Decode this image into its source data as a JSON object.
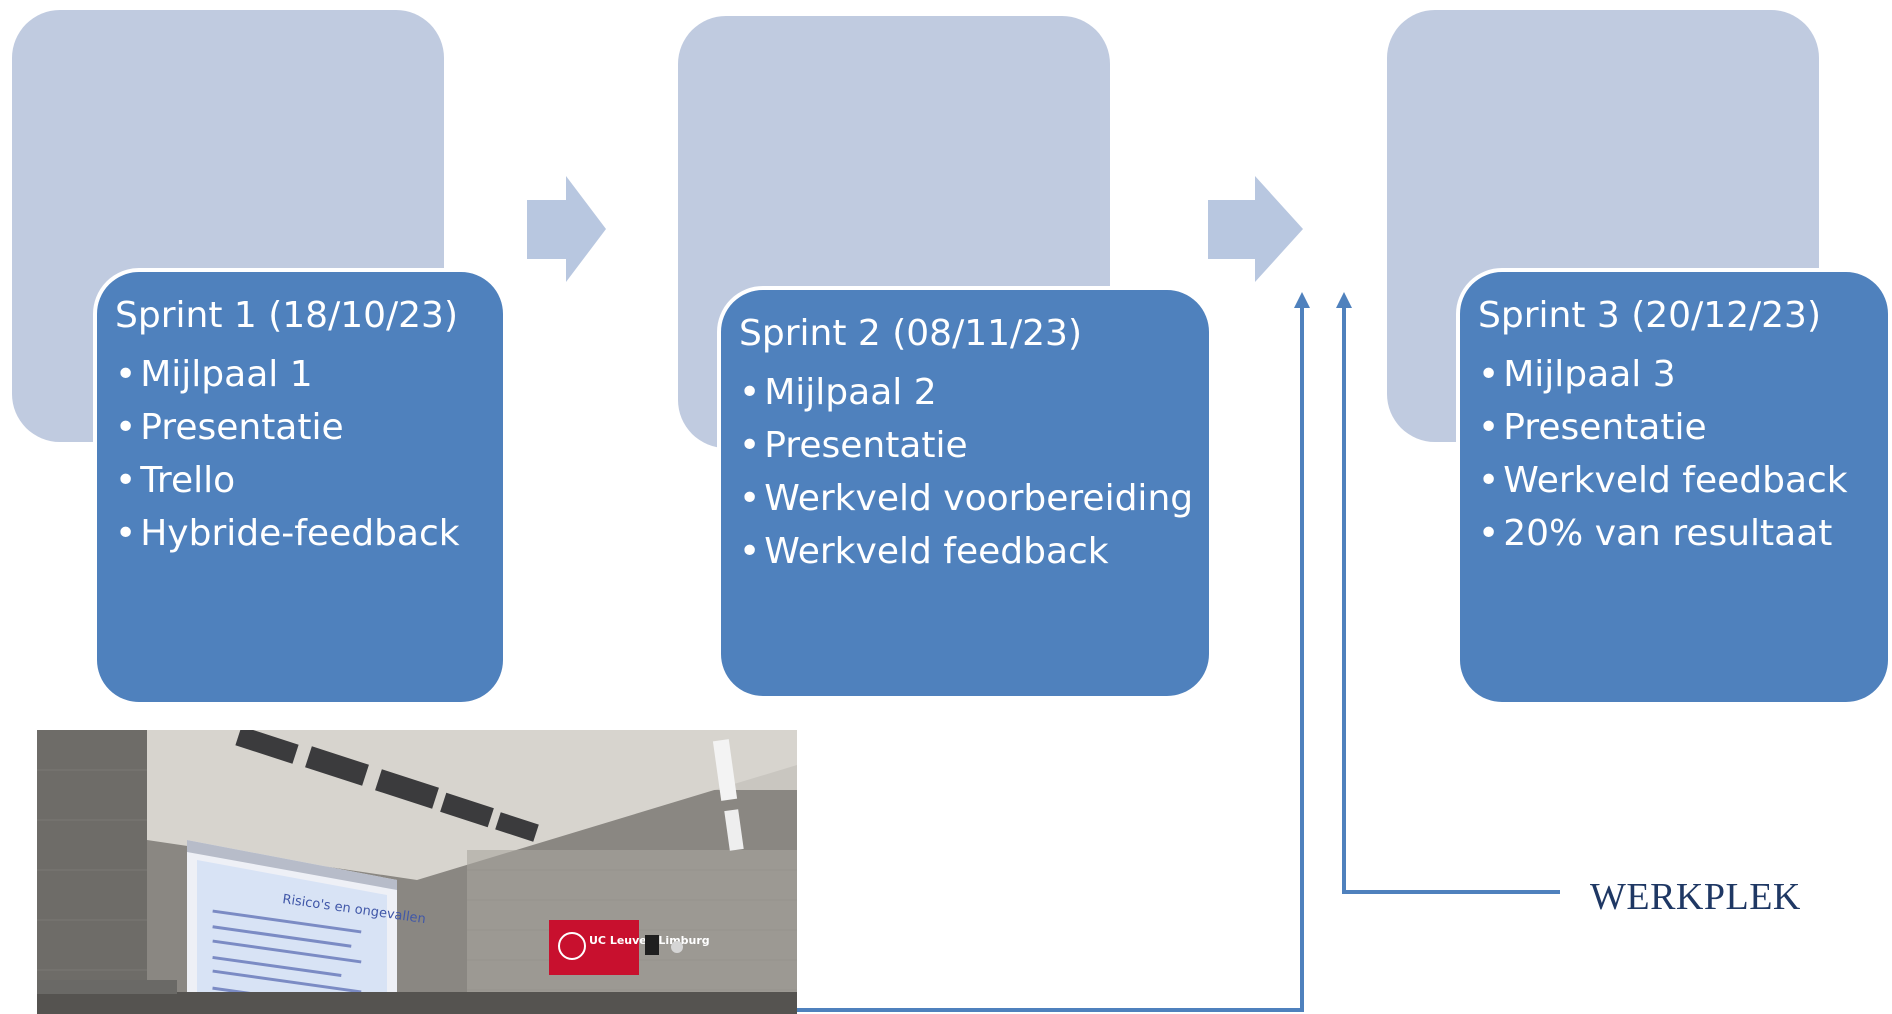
{
  "sprints": [
    {
      "title": "Sprint 1 (18/10/23)",
      "items": [
        "Mijlpaal 1",
        "Presentatie",
        "Trello",
        "Hybride-feedback"
      ]
    },
    {
      "title": "Sprint 2 (08/11/23)",
      "items": [
        "Mijlpaal 2",
        "Presentatie",
        "Werkveld voorbereiding",
        "Werkveld feedback"
      ]
    },
    {
      "title": "Sprint 3 (20/12/23)",
      "items": [
        "Mijlpaal 3",
        "Presentatie",
        "Werkveld feedback",
        "20% van resultaat"
      ]
    }
  ],
  "annotation": {
    "label": "WERKPLEK"
  },
  "photo": {
    "slide_title": "Risico's en ongevallen",
    "banner_text": "UC Leuven Limburg"
  },
  "colors": {
    "back_box": "#c0cbe0",
    "front_box": "#4f81bd",
    "arrow": "#b8c7e0",
    "line": "#4f81bd",
    "label": "#1f3864"
  }
}
